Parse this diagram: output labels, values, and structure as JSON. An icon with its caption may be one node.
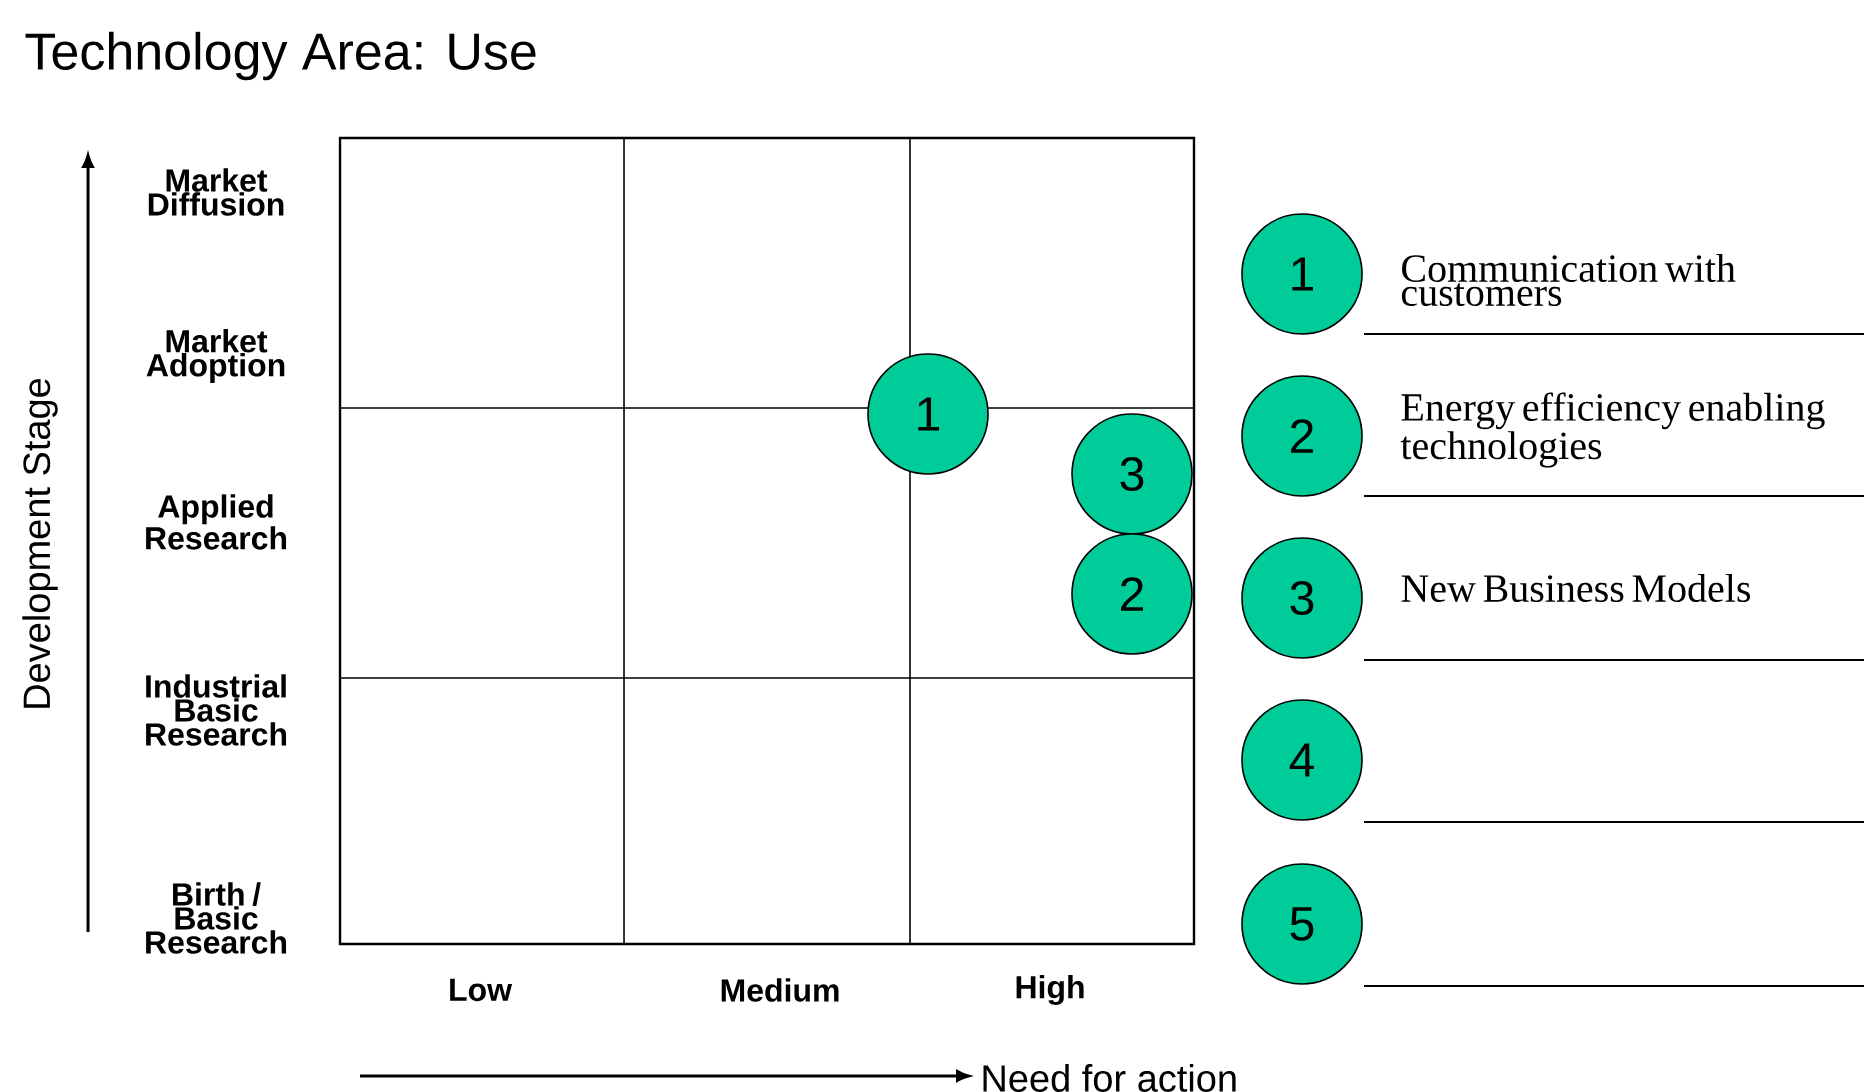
{
  "diagram": {
    "title": "Technology Area: Use",
    "nodes": [
      {
        "text": [
          "1"
        ]
      },
      {
        "text": [
          "3"
        ]
      },
      {
        "text": [
          "2"
        ]
      },
      {
        "text": [
          "1"
        ],
        "beside": [
          "Communication with customers"
        ]
      },
      {
        "text": [
          "2"
        ],
        "beside": [
          "Energy efficiency enabling technologies"
        ]
      },
      {
        "text": [
          "3"
        ],
        "beside": [
          "New Business Models"
        ]
      },
      {
        "text": [
          "4"
        ]
      },
      {
        "text": [
          "5"
        ]
      }
    ],
    "labels": [
      "Market Diffusion",
      "Market Adoption",
      "Applied Research",
      "Industrial Basic Research",
      "Birth / Basic Research",
      "Low",
      "Medium",
      "High",
      "Development Stage",
      "Need for action"
    ]
  }
}
